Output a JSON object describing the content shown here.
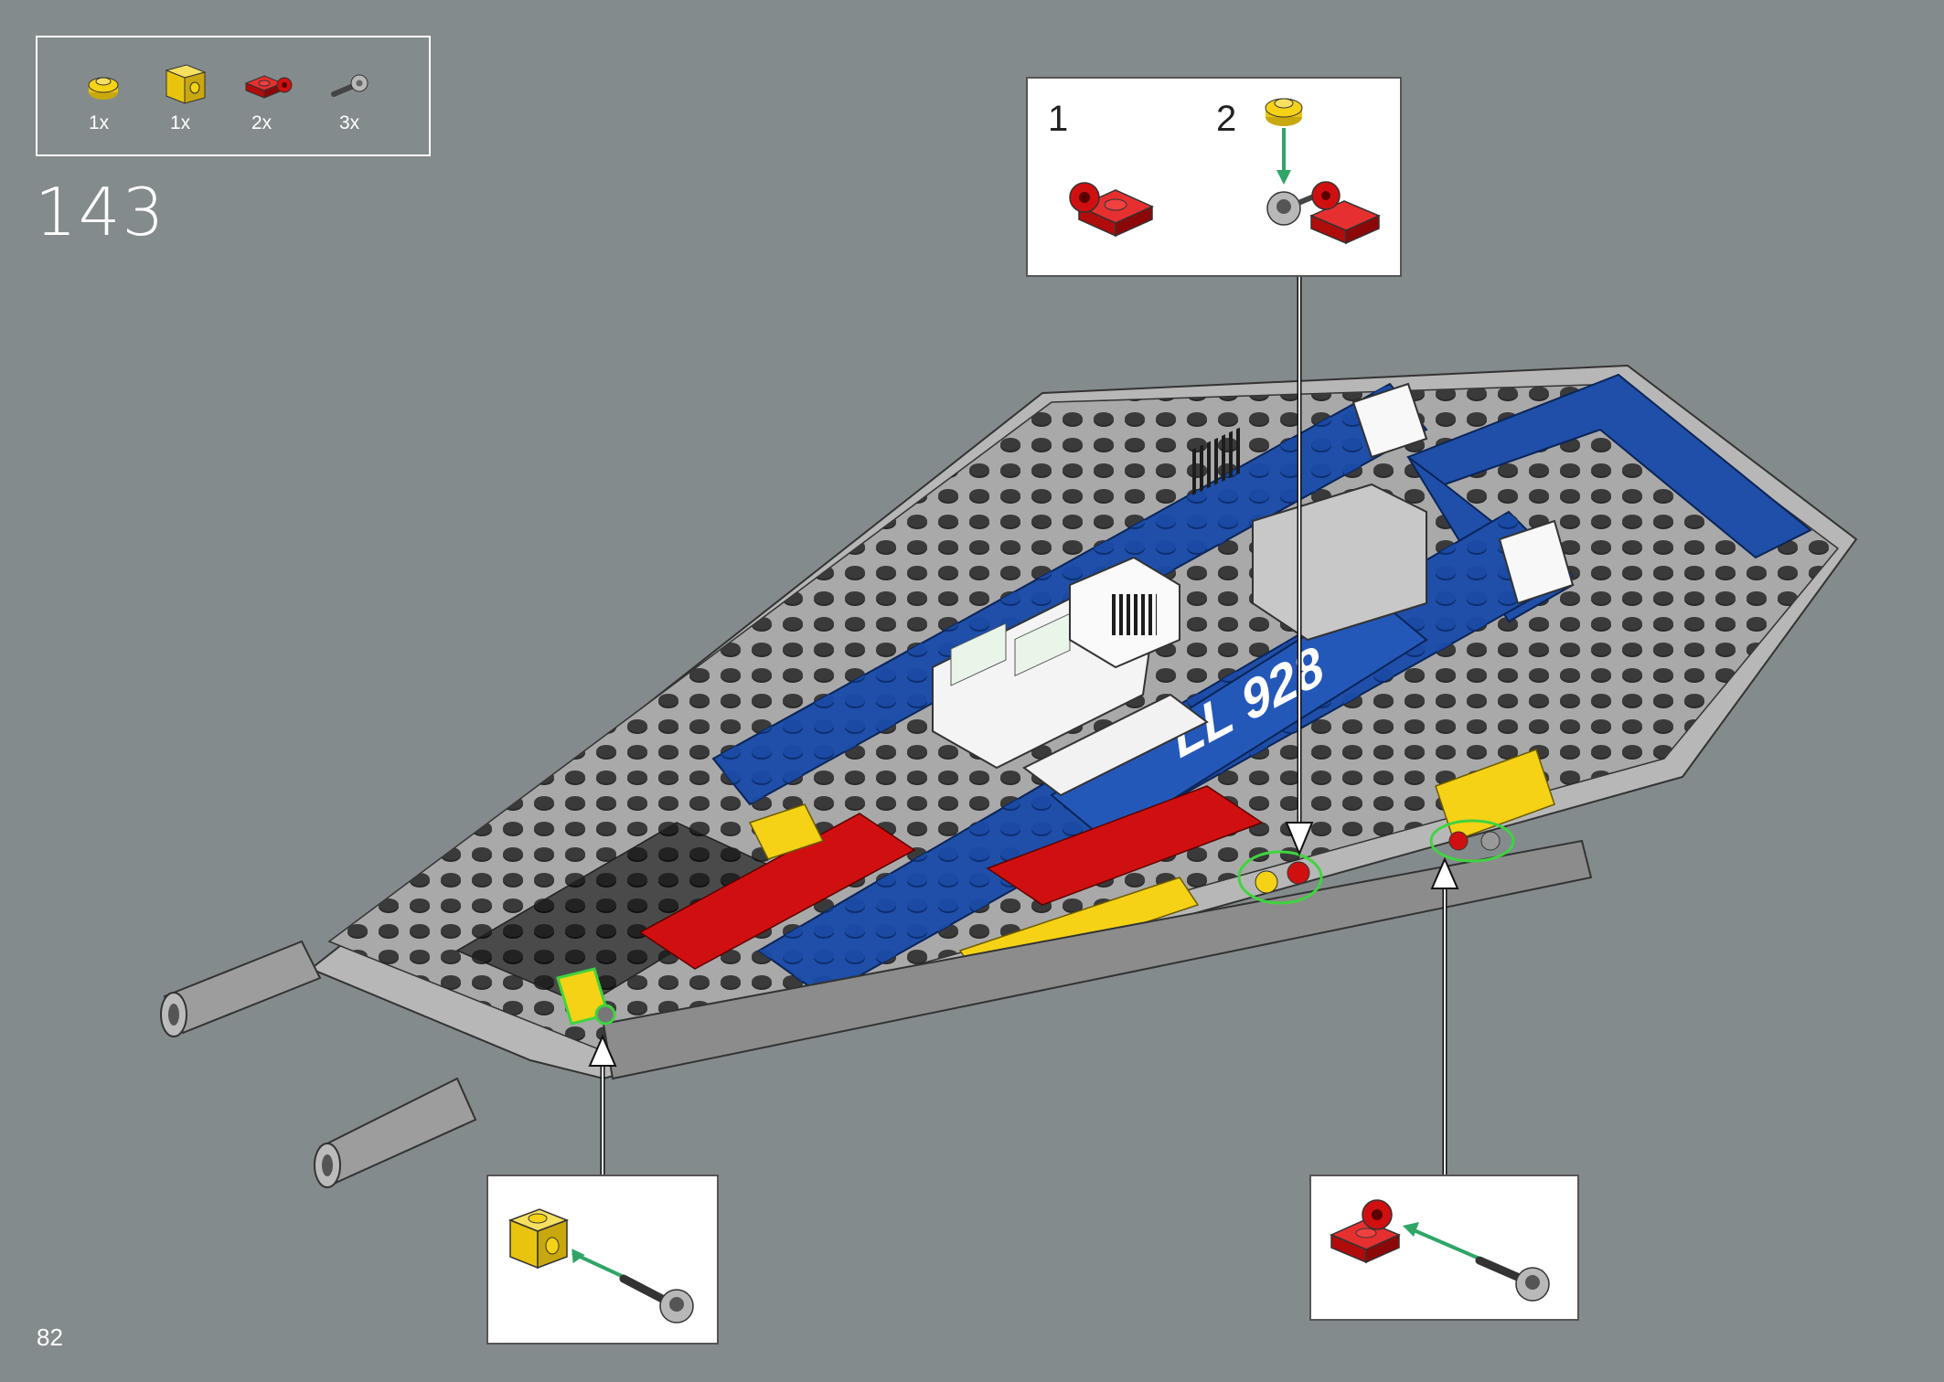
{
  "page": {
    "number": "82"
  },
  "step": {
    "number": "143"
  },
  "parts_list": [
    {
      "name": "yellow-round-plate",
      "qty": "1x",
      "color": "#f5d215"
    },
    {
      "name": "yellow-brick-with-stud",
      "qty": "1x",
      "color": "#f5d215"
    },
    {
      "name": "red-plate-with-clip",
      "qty": "2x",
      "color": "#d01010"
    },
    {
      "name": "dark-gray-bar-with-ring",
      "qty": "3x",
      "color": "#5a5a5a"
    }
  ],
  "callouts": {
    "top": {
      "substeps": [
        "1",
        "2"
      ]
    },
    "bottom_left": {},
    "bottom_right": {}
  },
  "model": {
    "label": "LL 928"
  },
  "colors": {
    "background": "#848b8d",
    "blue": "#1f4fa8",
    "gray": "#a8a8a8",
    "dark_gray": "#5a5a5a",
    "red": "#d01010",
    "yellow": "#f5d215",
    "green_arrow": "#2fa566",
    "highlight": "#3fd43f"
  }
}
